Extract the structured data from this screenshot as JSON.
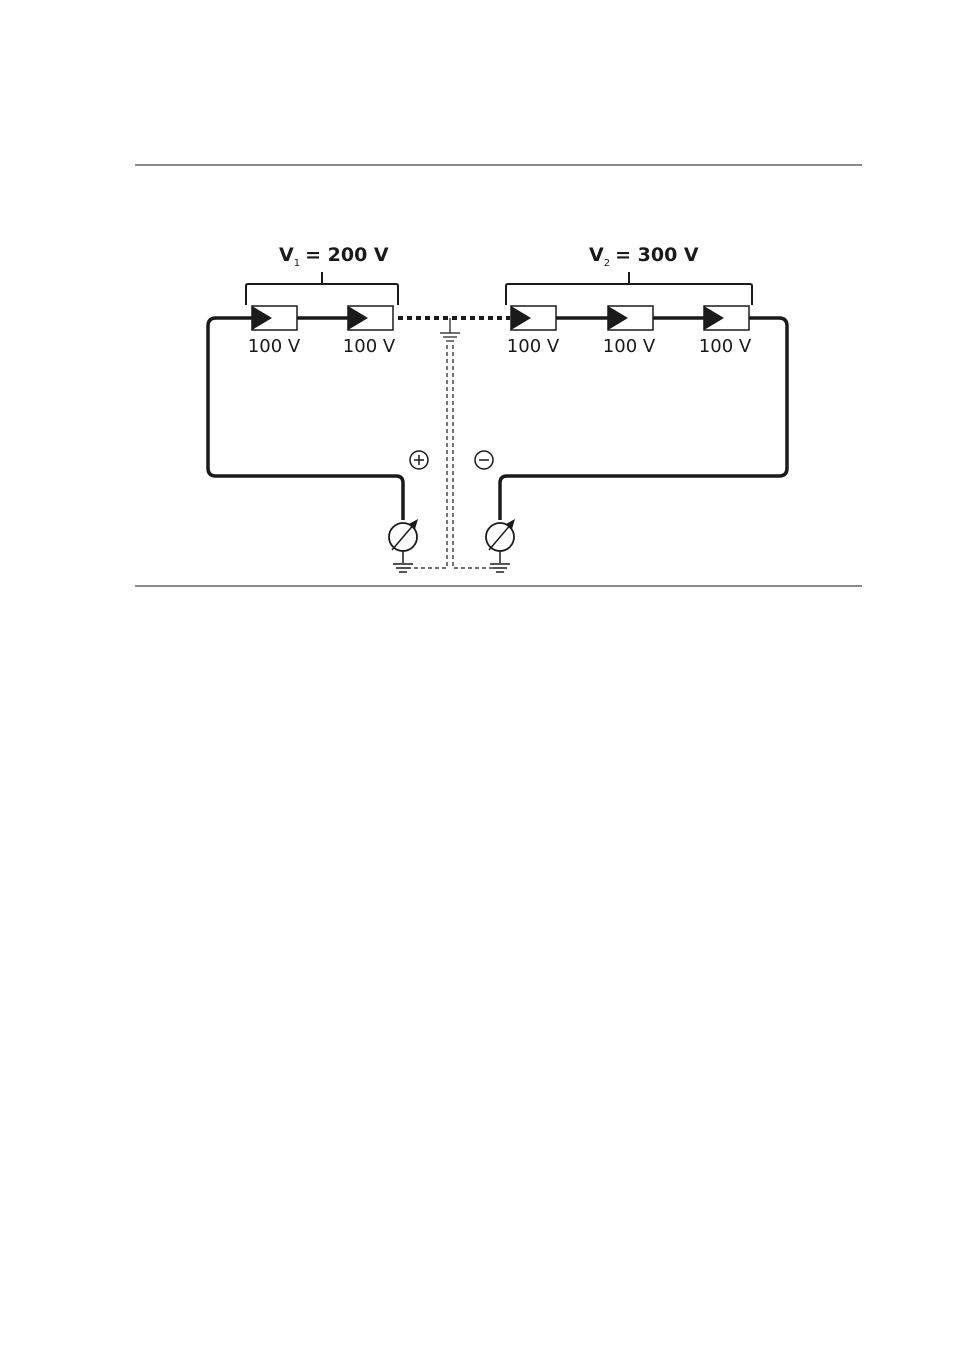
{
  "string_1": {
    "label_main": "V",
    "label_sub": "1",
    "label_value": "= 200 V",
    "panels": [
      "100 V",
      "100 V"
    ]
  },
  "string_2": {
    "label_main": "V",
    "label_sub": "2",
    "label_value": "= 300 V",
    "panels": [
      "100 V",
      "100 V",
      "100 V"
    ]
  },
  "polarity": {
    "positive": "+",
    "negative": "−"
  },
  "icons": [
    "pv-module-icon",
    "ground-icon",
    "voltmeter-icon",
    "plus-terminal-icon",
    "minus-terminal-icon"
  ],
  "colors": {
    "line": "#1a1a1a",
    "background": "#ffffff"
  }
}
